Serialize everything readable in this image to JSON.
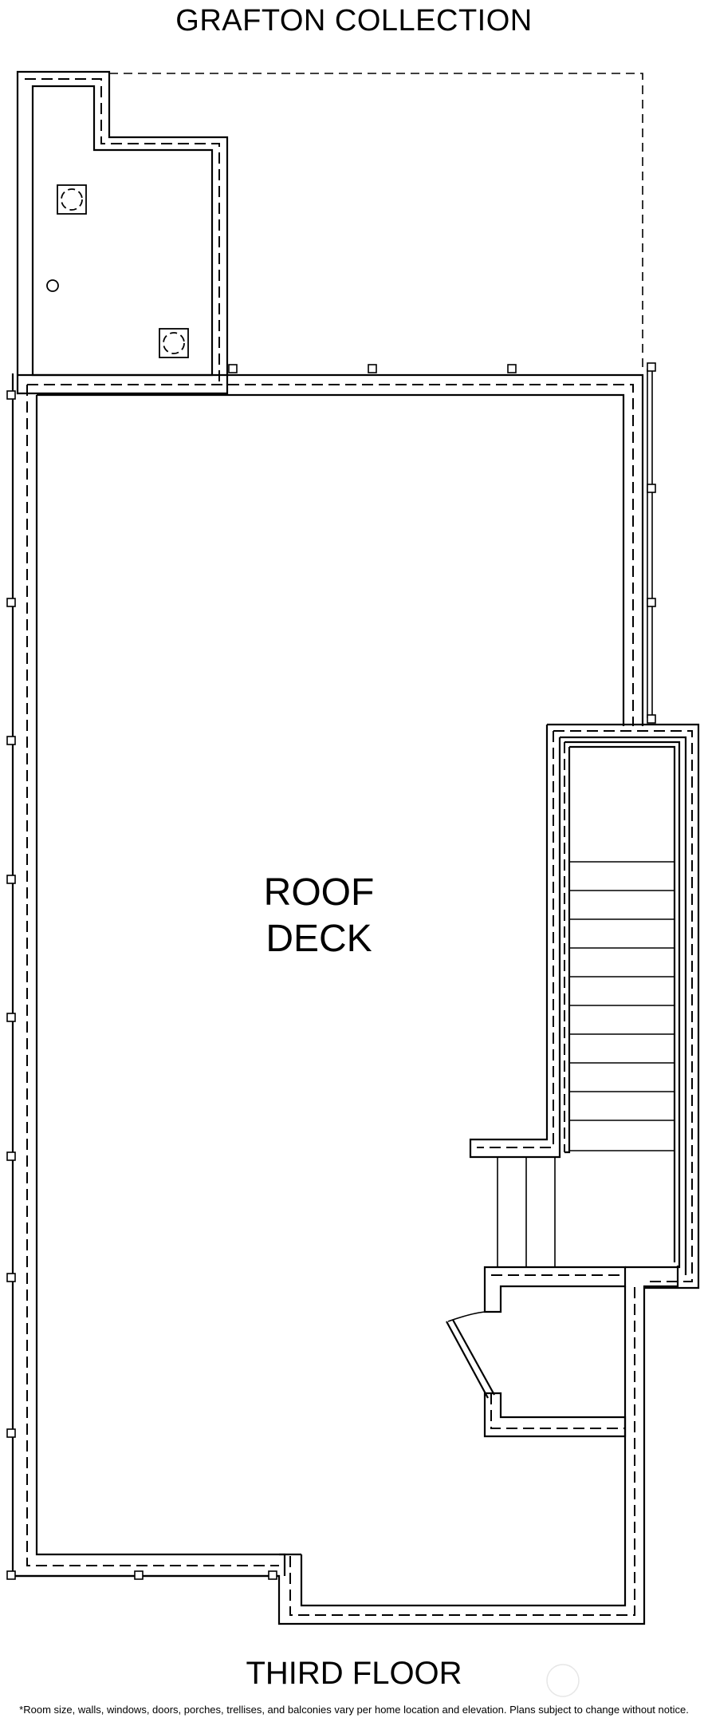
{
  "header": {
    "title": "GRAFTON COLLECTION"
  },
  "plan": {
    "room_label_line1": "ROOF",
    "room_label_line2": "DECK"
  },
  "footer": {
    "floor_name": "THIRD FLOOR",
    "disclaimer": "*Room size, walls, windows, doors, porches, trellises, and balconies vary per home location and elevation. Plans subject to change without notice."
  }
}
